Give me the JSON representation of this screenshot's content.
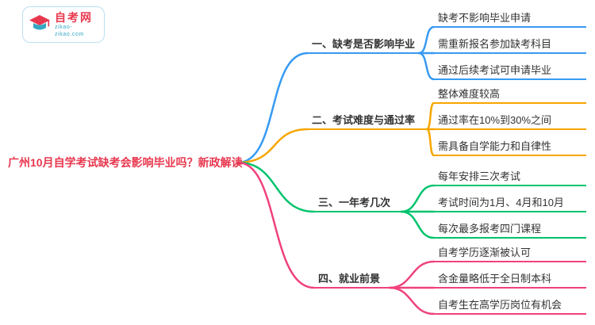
{
  "colors": {
    "topic": "#e8384f",
    "branch1": "#379af3",
    "branch2": "#f7a600",
    "branch3": "#00c36c",
    "branch4": "#f0417c",
    "logoBorder": "#b9e0f0",
    "logoRed": "#e8384f",
    "logoTeal": "#35a8c3",
    "text": "#333333"
  },
  "logo": {
    "title": "自考网",
    "subtitle": "zikao-zikao.com"
  },
  "topic": "广州10月自学考试缺考会影响毕业吗？新政解读",
  "branches": [
    {
      "label": "一、缺考是否影响毕业",
      "children": [
        "缺考不影响毕业申请",
        "需重新报名参加缺考科目",
        "通过后续考试可申请毕业"
      ]
    },
    {
      "label": "二、考试难度与通过率",
      "children": [
        "整体难度较高",
        "通过率在10%到30%之间",
        "需具备自学能力和自律性"
      ]
    },
    {
      "label": "三、一年考几次",
      "children": [
        "每年安排三次考试",
        "考试时间为1月、4月和10月",
        "每次最多报考四门课程"
      ]
    },
    {
      "label": "四、就业前景",
      "children": [
        "自考学历逐渐被认可",
        "含金量略低于全日制本科",
        "自考生在高学历岗位有机会"
      ]
    }
  ]
}
